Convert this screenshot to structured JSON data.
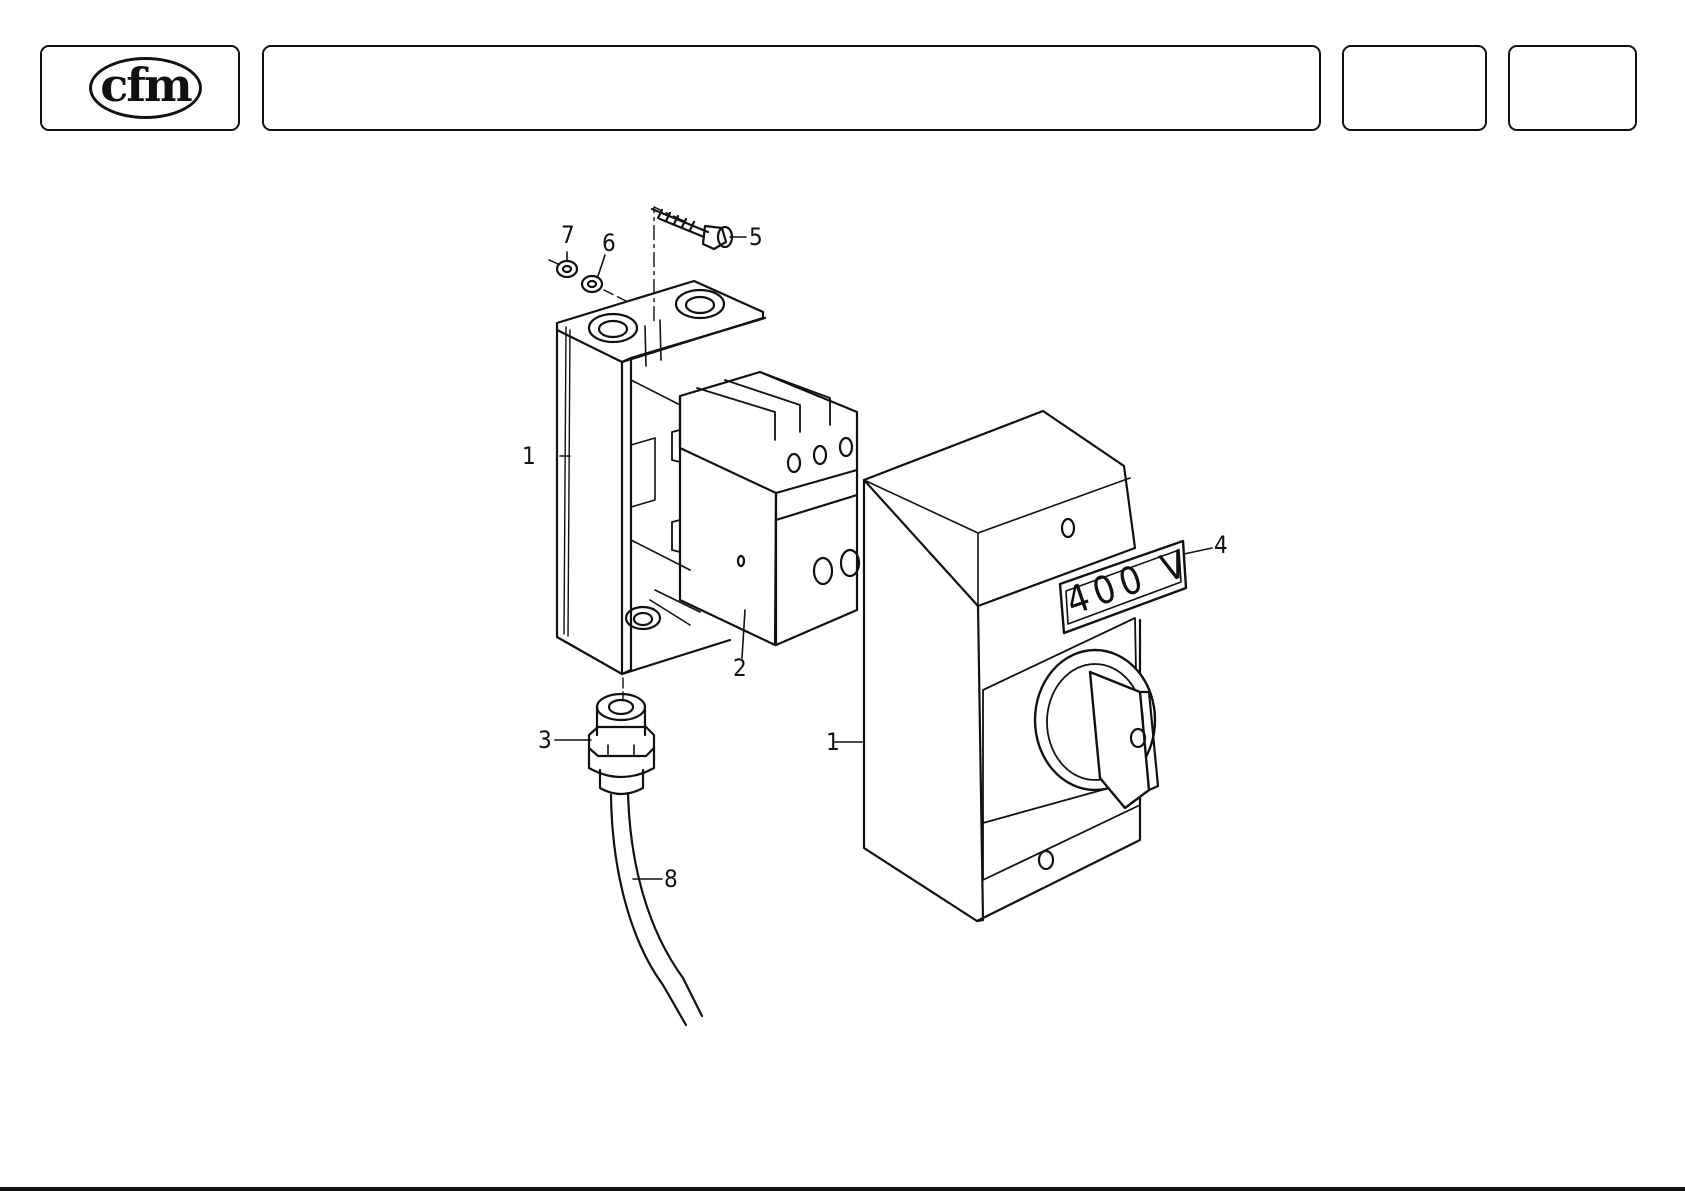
{
  "header": {
    "logo_text": "cfm",
    "title": "",
    "box_a": "",
    "box_b": ""
  },
  "callouts": {
    "left_enclosure": "1",
    "switch_module": "2",
    "cable_gland": "3",
    "voltage_label": "4",
    "screw": "5",
    "washer": "6",
    "nut": "7",
    "cable": "8",
    "front_cover": "1"
  },
  "plate_text": "400 V"
}
